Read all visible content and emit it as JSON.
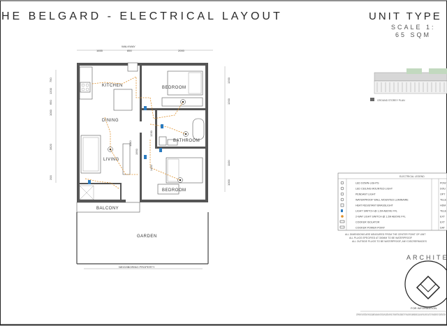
{
  "title": "HE BELGARD - ELECTRICAL LAYOUT",
  "unit": {
    "title": "UNIT TYPE",
    "scale": "SCALE 1:",
    "area": "65 SQM"
  },
  "plan": {
    "walkway_label": "WALKWAY",
    "garden_label": "GARDEN",
    "neighboring_label": "NEIGHBORING PROPERTY",
    "rooms": {
      "kitchen": "KITCHEN",
      "dining": "DINING",
      "living": "LIVING",
      "bedroom_top": "BEDROOM",
      "bathroom": "BATHROOM",
      "bedroom_bottom": "BEDROOM",
      "balcony": "BALCONY"
    },
    "dims": {
      "top": [
        "1655",
        "850",
        "2000"
      ],
      "left": [
        "750",
        "1200",
        "650",
        "1000",
        "2820",
        "200"
      ],
      "right_top": [
        "1200",
        "1200"
      ],
      "right_bottom": [
        "1100",
        "1000"
      ],
      "mid": [
        "1180",
        "1950",
        "1230",
        "1450"
      ]
    }
  },
  "key_plan": {
    "caption": "GROUND STOREY PLAN"
  },
  "legend": {
    "title": "ELECTRICAL LEGEND",
    "left_items": [
      "LED DOWN-LIGHTS",
      "LED CEILING MOUNTED LIGHT",
      "PENDANT LIGHT",
      "WATERPROOF WALL MOUNTED LUMINAIRE",
      "HEAT RESISTANT BRASSLIGHT",
      "LIGHT SWITCH @ 1.2M ABOVE FFL",
      "2-WAY LIGHT SWITCH @ 1.2M ABOVE FFL",
      "COOKER ISOLATOR",
      "COOKER POWER POINT"
    ],
    "right_items": [
      "POW",
      "DOU",
      "OPT",
      "TELE",
      "HDM",
      "TELE",
      "EXT",
      "EXT",
      "DAT"
    ],
    "notes": [
      "ALL DIMENSIONS ARE MEASURED FROM THE CENTER POINT OF UNIT",
      "ALL PLUGS SPECIFIED AT 300MM TO BE WATERPROOF",
      "ALL OUTSIDE PLUGS TO BE WATERPROOF, ANY DISCREPANCIES"
    ]
  },
  "firm": {
    "label": "ARCHITECH",
    "footer": "FOR INFORMATION",
    "copyright": "COPYRIGHT IS VESTED IN THIS DOCUMENT AND MAY NOT BE DUPLICATED WITHOUT THE WRITTEN CONSENT OF THE AUTHOR. DIMENSIONS COULD VARY SLIGHTLY DUE TO THE NATURE OF CONSTRUCTION"
  }
}
